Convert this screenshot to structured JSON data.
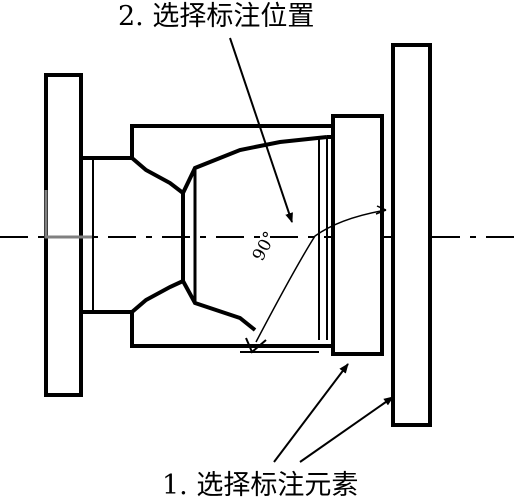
{
  "labels": {
    "step2": "2. 选择标注位置",
    "step1": "1. 选择标注元素",
    "angle_value": "90°"
  },
  "colors": {
    "stroke": "#000000",
    "background": "#ffffff",
    "axis_marker": "#808080"
  }
}
